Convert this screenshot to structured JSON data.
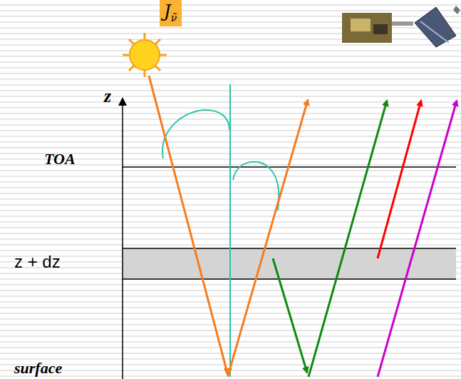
{
  "diagram": {
    "nodes": [
      {
        "text": [
          "J",
          "ν̃"
        ]
      }
    ],
    "labels": [
      "z",
      "TOA",
      "z + dz",
      "surface"
    ]
  }
}
